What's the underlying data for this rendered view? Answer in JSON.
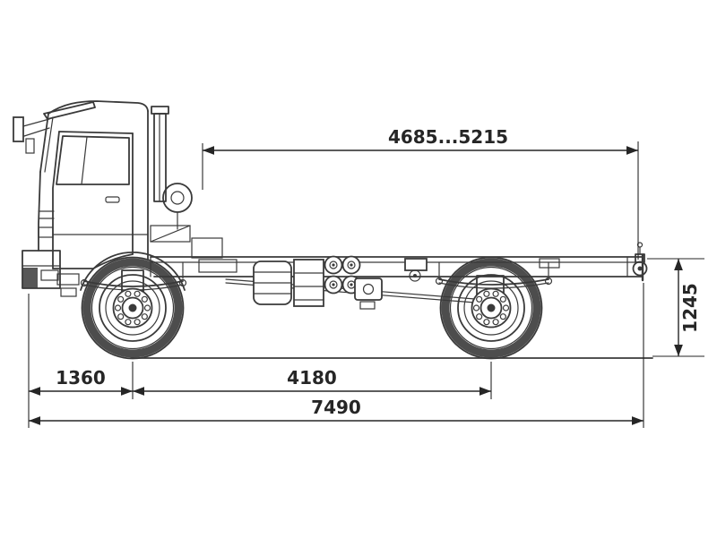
{
  "diagram": {
    "type": "technical-drawing",
    "subject": "Truck chassis side view with overall dimension callouts",
    "dimensions": {
      "top_span": "4685...5215",
      "height_right": "1245",
      "front_overhang": "1360",
      "wheelbase": "4180",
      "overall_length": "7490"
    },
    "colors": {
      "line": "#3a3a3a",
      "dim": "#262626",
      "background": "#ffffff"
    }
  }
}
